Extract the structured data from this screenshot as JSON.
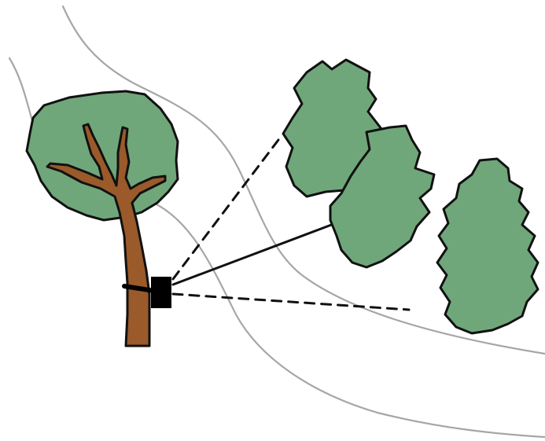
{
  "diagram": {
    "labels": [],
    "colors": {
      "background": "#ffffff",
      "foliage": "#6fa77a",
      "trunk": "#9a5a2a",
      "outline": "#111111",
      "path_lines": "#a6a6a6",
      "camera": "#000000",
      "sight_lines": "#111111"
    },
    "elements": {
      "path_lines": 2,
      "shrubs": 3,
      "sight_lines": {
        "dashed": 2,
        "solid": 1
      }
    }
  }
}
